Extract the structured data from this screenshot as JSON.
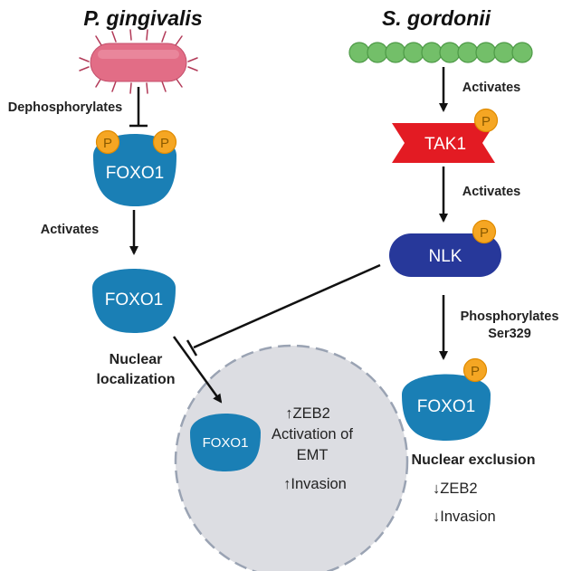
{
  "left": {
    "title": "P. gingivalis",
    "dephosphorylates": "Dephosphorylates",
    "activates": "Activates",
    "nuclear_localization_line1": "Nuclear",
    "nuclear_localization_line2": "localization"
  },
  "right": {
    "title": "S. gordonii",
    "activates_1": "Activates",
    "activates_2": "Activates",
    "phosphorylates_line1": "Phosphorylates",
    "phosphorylates_line2": "Ser329",
    "nuclear_exclusion": "Nuclear exclusion",
    "down_zeb2": "↓ZEB2",
    "down_invasion": "↓Invasion"
  },
  "proteins": {
    "foxo1": "FOXO1",
    "tak1": "TAK1",
    "nlk": "NLK",
    "phospho": "P"
  },
  "nucleus": {
    "foxo1": "FOXO1",
    "up_zeb2": "↑ZEB2",
    "activation_line1": "Activation of",
    "activation_line2": "EMT",
    "up_invasion": "↑Invasion"
  },
  "colors": {
    "foxo1_blue": "#1a7fb5",
    "nlk_navy": "#27389a",
    "tak1_red": "#e31b23",
    "phospho_orange": "#f5a623",
    "bacteria_pink": "#e26d86",
    "chain_green": "#73bf69",
    "nucleus_fill": "#dcdde2"
  }
}
